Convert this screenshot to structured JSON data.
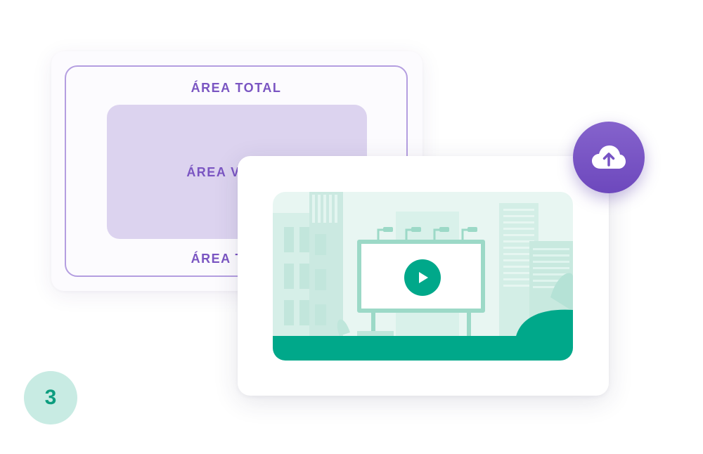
{
  "labels": {
    "total_top": "ÁREA TOTAL",
    "visible": "ÁREA VISIBLE",
    "total_bottom": "ÁREA TOTAL"
  },
  "upload": {
    "icon": "cloud-upload-icon",
    "color": "#7753c4"
  },
  "play": {
    "icon": "play-icon",
    "color": "#00a88a"
  },
  "step": {
    "number": "3"
  },
  "colors": {
    "purple_label": "#7a55c2",
    "purple_border": "#b49ee0",
    "visible_fill": "#dcd3ef",
    "scene_bg": "#e8f6f2",
    "scene_ground": "#00a88a",
    "badge_bg": "#c8ebe3",
    "badge_text": "#0d9d7f"
  }
}
